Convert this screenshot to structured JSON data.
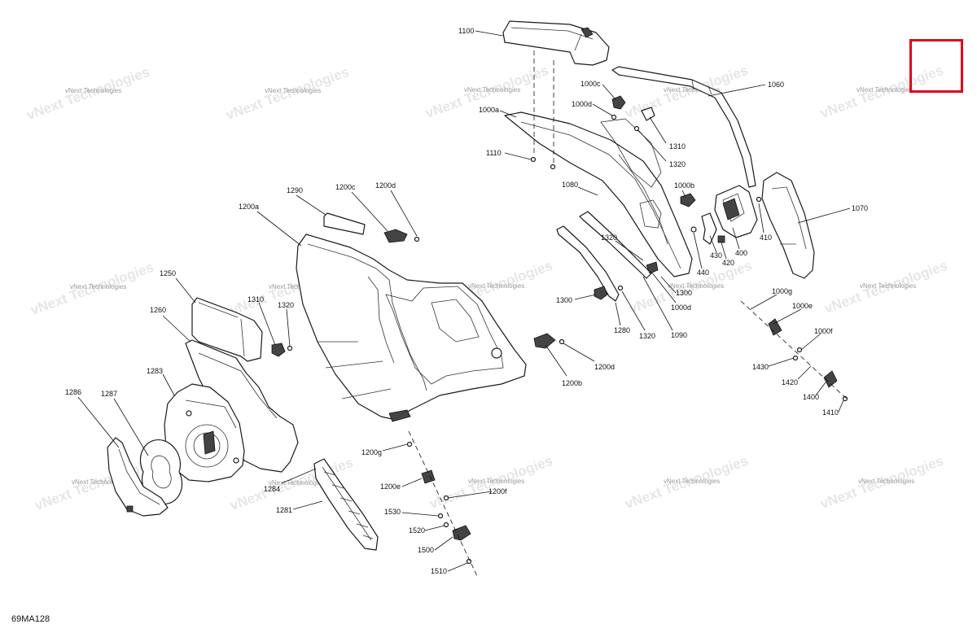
{
  "diagram_code": "69MA128",
  "watermark": {
    "text": "vNext Technologies"
  },
  "colors": {
    "highlight_box": "#e0001b",
    "line": "#1a1a1a",
    "watermark": "#d4d4d4"
  },
  "callouts": {
    "c1100": "1100",
    "c1060": "1060",
    "c1000c": "1000c",
    "c1000d_top": "1000d",
    "c1000a": "1000a",
    "c1310_top": "1310",
    "c1320_top": "1320",
    "c1110": "1110",
    "c1080": "1080",
    "c1000b": "1000b",
    "c1070": "1070",
    "c410": "410",
    "c400": "400",
    "c430": "430",
    "c420": "420",
    "c440": "440",
    "c1320_mid": "1320",
    "c1300_mid": "1300",
    "c1000d_mid": "1000d",
    "c1300_left": "1300",
    "c1280": "1280",
    "c1320_low": "1320",
    "c1090": "1090",
    "c1290": "1290",
    "c1200c": "1200c",
    "c1200d_top": "1200d",
    "c1200a": "1200a",
    "c1250": "1250",
    "c1310_left": "1310",
    "c1320_left": "1320",
    "c1260": "1260",
    "c1283": "1283",
    "c1286": "1286",
    "c1287": "1287",
    "c1284": "1284",
    "c1281": "1281",
    "c1200b": "1200b",
    "c1200d_low": "1200d",
    "c1200g": "1200g",
    "c1200e": "1200e",
    "c1200f": "1200f",
    "c1530": "1530",
    "c1520": "1520",
    "c1500": "1500",
    "c1510": "1510",
    "c1000g": "1000g",
    "c1000e": "1000e",
    "c1000f": "1000f",
    "c1430": "1430",
    "c1420": "1420",
    "c1400": "1400",
    "c1410": "1410"
  }
}
